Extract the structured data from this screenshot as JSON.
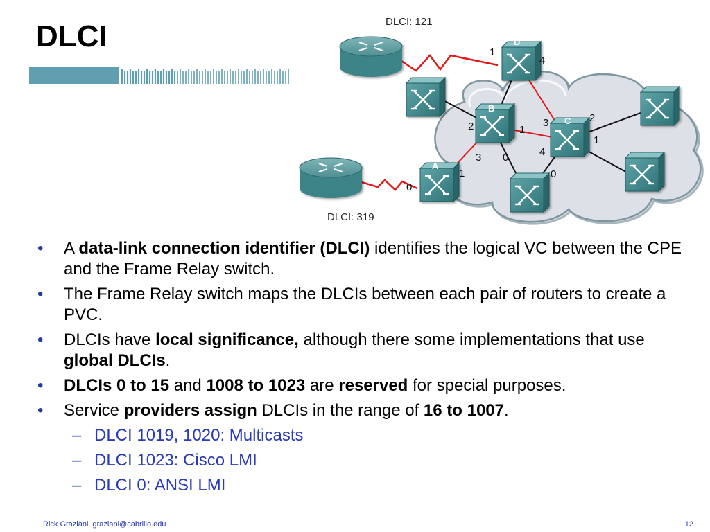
{
  "slide": {
    "title": "DLCI",
    "page_number": "12",
    "footer": {
      "author": "Rick Graziani",
      "email": "graziani@cabrillo.edu"
    }
  },
  "diagram": {
    "dlci_top": "DLCI: 121",
    "dlci_bottom": "DLCI: 319",
    "switch_labels": {
      "a": "A",
      "b": "B",
      "c": "C",
      "d": "D"
    },
    "port_labels": {
      "d1": "1",
      "d4": "4",
      "b2": "2",
      "b1": "1",
      "b3": "3",
      "b0": "0",
      "c3": "3",
      "c2": "2",
      "c1": "1",
      "c4": "4",
      "c0": "0",
      "a0": "0",
      "a1": "1"
    },
    "colors": {
      "red_link": "#e01818",
      "switch": "#3e8c8f",
      "cloud": "#dcdfe6",
      "cloud_edge": "#6d8792"
    }
  },
  "bullets": [
    {
      "parts": [
        {
          "t": "A ",
          "b": false
        },
        {
          "t": "data-link connection identifier (DLCI)",
          "b": true
        },
        {
          "t": " identifies the logical VC between the CPE and the Frame Relay switch.",
          "b": false
        }
      ]
    },
    {
      "parts": [
        {
          "t": "The Frame Relay switch maps the DLCIs between each pair of routers to create a PVC.",
          "b": false
        }
      ]
    },
    {
      "parts": [
        {
          "t": "DLCIs have ",
          "b": false
        },
        {
          "t": "local significance,",
          "b": true
        },
        {
          "t": " although there some implementations that use ",
          "b": false
        },
        {
          "t": "global DLCIs",
          "b": true
        },
        {
          "t": ".",
          "b": false
        }
      ]
    },
    {
      "parts": [
        {
          "t": "DLCIs 0 to 15",
          "b": true
        },
        {
          "t": " and ",
          "b": false
        },
        {
          "t": "1008 to 1023",
          "b": true
        },
        {
          "t": " are ",
          "b": false
        },
        {
          "t": "reserved",
          "b": true
        },
        {
          "t": " for special purposes.",
          "b": false
        }
      ]
    },
    {
      "parts": [
        {
          "t": "Service ",
          "b": false
        },
        {
          "t": "providers assign",
          "b": true
        },
        {
          "t": " DLCIs in the range of ",
          "b": false
        },
        {
          "t": "16 to 1007",
          "b": true
        },
        {
          "t": ".",
          "b": false
        }
      ]
    }
  ],
  "sub_bullets": [
    "DLCI 1019, 1020: Multicasts",
    "DLCI 1023: Cisco LMI",
    "DLCI 0: ANSI LMI"
  ]
}
